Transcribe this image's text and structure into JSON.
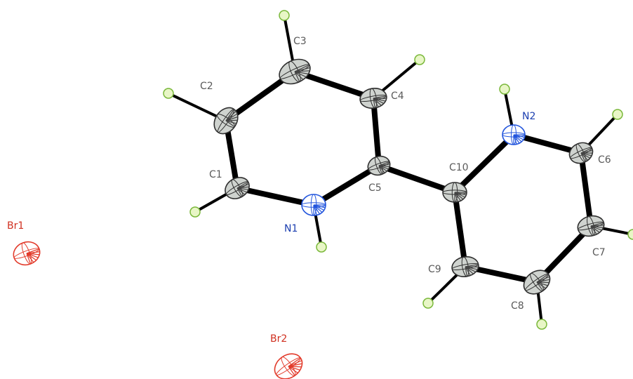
{
  "colors": {
    "bond": "#000000",
    "carbon": "#cfd3cf",
    "carbon_label": "#5a5a5a",
    "nitrogen": "#2255dd",
    "nitrogen_label": "#1c3fb0",
    "bromine": "#e23a2a",
    "bromine_label": "#d03020",
    "hydrogen_fill": "#e8f6c6",
    "hydrogen_stroke": "#7ab83a"
  },
  "atoms": [
    {
      "label": "C1",
      "element": "C"
    },
    {
      "label": "C2",
      "element": "C"
    },
    {
      "label": "C3",
      "element": "C"
    },
    {
      "label": "C4",
      "element": "C"
    },
    {
      "label": "C5",
      "element": "C"
    },
    {
      "label": "N1",
      "element": "N"
    },
    {
      "label": "C10",
      "element": "C"
    },
    {
      "label": "N2",
      "element": "N"
    },
    {
      "label": "C6",
      "element": "C"
    },
    {
      "label": "C7",
      "element": "C"
    },
    {
      "label": "C8",
      "element": "C"
    },
    {
      "label": "C9",
      "element": "C"
    },
    {
      "label": "Br1",
      "element": "Br"
    },
    {
      "label": "Br2",
      "element": "Br"
    }
  ]
}
